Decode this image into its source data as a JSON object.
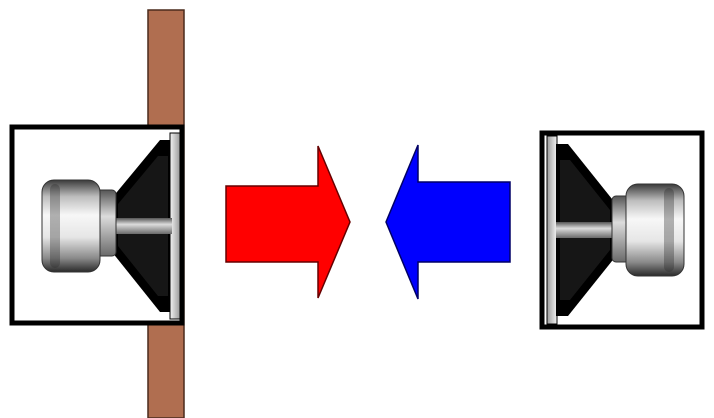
{
  "diagram": {
    "background_color": "#ffffff",
    "wall": {
      "color": "#b06e50",
      "outline_color": "#4a2a1c"
    },
    "arrow_left_to_right": {
      "color": "#ff0000",
      "outline_color": "#660000",
      "direction": "right"
    },
    "arrow_right_to_left": {
      "color": "#0000ff",
      "outline_color": "#000066",
      "direction": "left"
    },
    "speaker_left": {
      "icon": "speaker-icon",
      "facing": "right",
      "mounted_on_wall": true
    },
    "speaker_right": {
      "icon": "speaker-icon",
      "facing": "left",
      "mounted_on_wall": false
    }
  }
}
